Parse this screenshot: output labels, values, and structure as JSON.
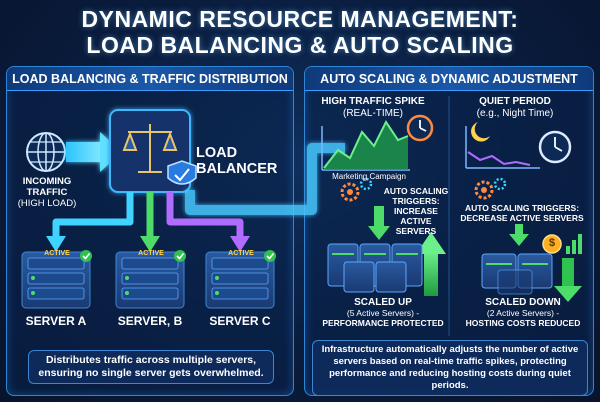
{
  "title": {
    "line1": "DYNAMIC RESOURCE MANAGEMENT:",
    "line2": "LOAD BALANCING & AUTO SCALING"
  },
  "left_panel": {
    "heading": "LOAD BALANCING & TRAFFIC DISTRIBUTION",
    "incoming": {
      "line1": "INCOMING",
      "line2": "TRAFFIC",
      "line3": "(HIGH LOAD)"
    },
    "balancer": {
      "line1": "LOAD",
      "line2": "BALANCER"
    },
    "servers": [
      {
        "status": "ACTIVE",
        "label": "SERVER A"
      },
      {
        "status": "ACTIVE",
        "label": "SERVER, B"
      },
      {
        "status": "ACTIVE",
        "label": "SERVER C"
      }
    ],
    "footer": {
      "line1": "Distributes traffic across multiple servers,",
      "line2": "ensuring no single server gets overwhelmed."
    }
  },
  "right_panel": {
    "heading": "AUTO SCALING & DYNAMIC ADJUSTMENT",
    "spike": {
      "line1": "HIGH TRAFFIC SPIKE",
      "line2": "(REAL-TIME)",
      "caption": "Marketing Campaign"
    },
    "quiet": {
      "line1": "QUIET PERIOD",
      "line2": "(e.g., Night Time)"
    },
    "trigger_up": {
      "line1": "AUTO SCALING",
      "line2": "TRIGGERS:",
      "line3": "INCREASE",
      "line4": "ACTIVE SERVERS"
    },
    "trigger_down": {
      "line1": "AUTO SCALING TRIGGERS:",
      "line2": "DECREASE ACTIVE SERVERS"
    },
    "scaled_up": {
      "line1": "SCALED UP",
      "line2": "(5 Active Servers) -",
      "line3": "PERFORMANCE PROTECTED"
    },
    "scaled_down": {
      "line1": "SCALED DOWN",
      "line2": "(2 Active Servers) -",
      "line3": "HOSTING COSTS REDUCED"
    },
    "footer": {
      "line1": "Infrastructure automatically adjusts the number of active",
      "line2": "servers based on real-time traffic spikes, protecting",
      "line3": "performance and reducing hosting costs during quiet periods."
    }
  },
  "colors": {
    "accent_cyan": "#3fd3ff",
    "accent_green": "#4ddc6a",
    "accent_purple": "#b06cff",
    "panel_border": "#2f86d6"
  }
}
